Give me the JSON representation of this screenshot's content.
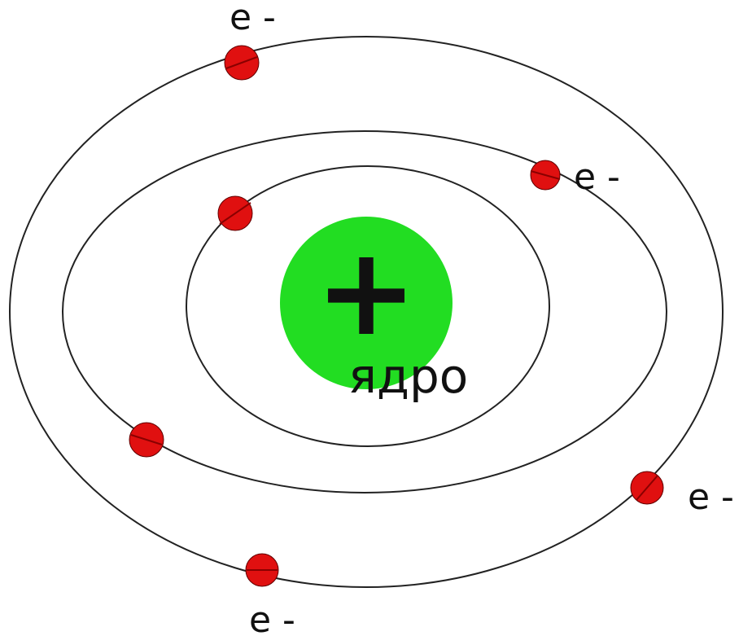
{
  "diagram": {
    "nucleus": {
      "symbol": "+",
      "label": "ядро",
      "color": "#22dd22",
      "symbol_color": "#111111"
    },
    "electron_color": "#e01010",
    "orbit_color": "#222222",
    "electron_labels": [
      "e -",
      "e -",
      "e -",
      "e -"
    ]
  }
}
